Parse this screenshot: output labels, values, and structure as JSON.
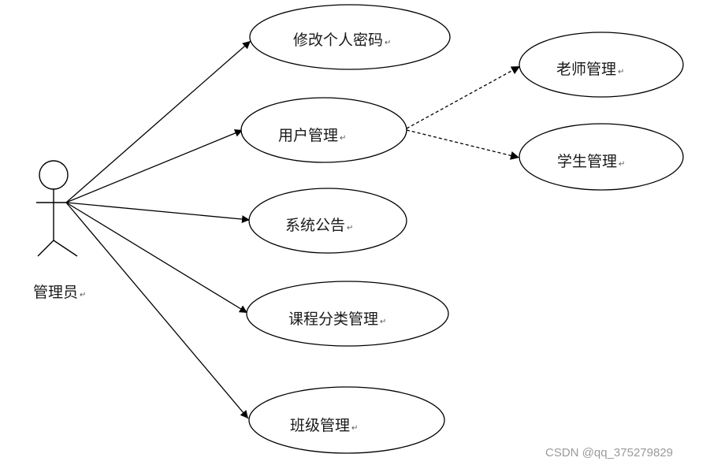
{
  "actor": {
    "label": "管理员",
    "mark": "↵"
  },
  "use_cases": {
    "change_password": {
      "label": "修改个人密码",
      "mark": "↵"
    },
    "user_management": {
      "label": "用户管理",
      "mark": "↵"
    },
    "system_notice": {
      "label": "系统公告",
      "mark": "↵"
    },
    "course_category_management": {
      "label": "课程分类管理",
      "mark": "↵"
    },
    "class_management": {
      "label": "班级管理",
      "mark": "↵"
    },
    "teacher_management": {
      "label": "老师管理",
      "mark": "↵"
    },
    "student_management": {
      "label": "学生管理",
      "mark": "↵"
    }
  },
  "watermark": "CSDN @qq_375279829"
}
